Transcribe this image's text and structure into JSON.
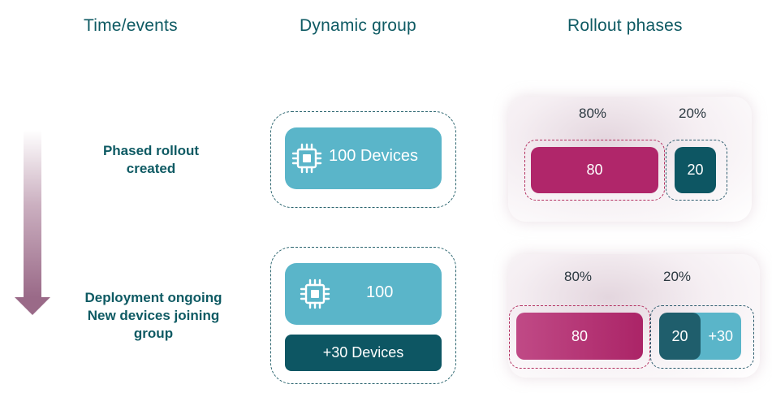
{
  "headers": {
    "time_events": "Time/events",
    "dynamic_group": "Dynamic group",
    "rollout_phases": "Rollout phases"
  },
  "row1": {
    "label_line1": "Phased rollout",
    "label_line2": "created",
    "device_label": "100 Devices",
    "phase1_percent": "80%",
    "phase2_percent": "20%",
    "phase1_value": "80",
    "phase2_value": "20"
  },
  "row2": {
    "label_line1": "Deployment ongoing",
    "label_line2": "New devices joining",
    "label_line3": "group",
    "device_label": "100",
    "new_devices_label": "+30 Devices",
    "phase1_percent": "80%",
    "phase2_percent": "20%",
    "phase1_value": "80",
    "phase2_value": "20",
    "phase2_extra": "+30"
  },
  "colors": {
    "heading_teal": "#0e5a63",
    "device_light_blue": "#5ab5c9",
    "device_dark_teal": "#0d5663",
    "phase_magenta": "#b0266a",
    "phase_dark_teal": "#0d5663"
  },
  "icons": {
    "device": "cpu-chip-icon",
    "timeline": "down-arrow-icon"
  }
}
